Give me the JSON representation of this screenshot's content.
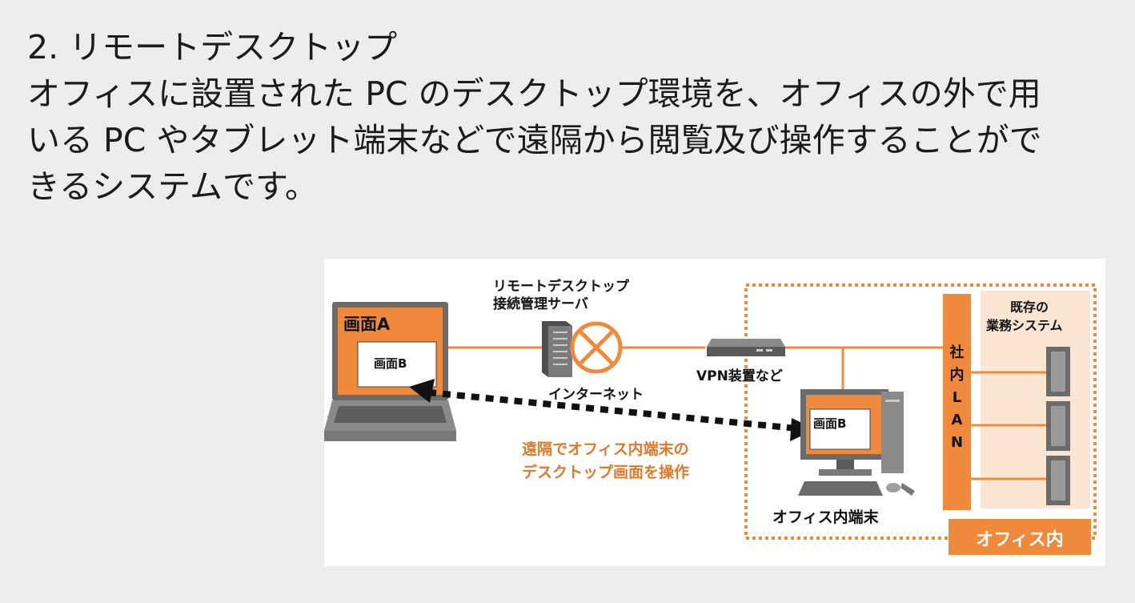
{
  "heading": {
    "line1": "2. リモートデスクトップ",
    "line2": "オフィスに設置された PC のデスクトップ環境を、オフィスの外で用",
    "line3": "いる PC やタブレット端末などで遠隔から閲覧及び操作することがで",
    "line4": "きるシステムです。"
  },
  "diagram": {
    "screen_a": "画面A",
    "screen_b_remote": "画面B",
    "screen_b_office": "画面B",
    "server_label_1": "リモートデスクトップ",
    "server_label_2": "接続管理サーバ",
    "internet": "インターネット",
    "vpn": "VPN装置など",
    "caption_1": "遠隔でオフィス内端末の",
    "caption_2": "デスクトップ画面を操作",
    "office_terminal": "オフィス内端末",
    "lan": [
      "社",
      "内",
      "L",
      "A",
      "N"
    ],
    "existing_1": "既存の",
    "existing_2": "業務システム",
    "office_inside": "オフィス内"
  },
  "colors": {
    "accent": "#ef8a3c",
    "caption": "#e07a2a",
    "office_fill": "#fbe6d3",
    "background": "#ededeb"
  }
}
